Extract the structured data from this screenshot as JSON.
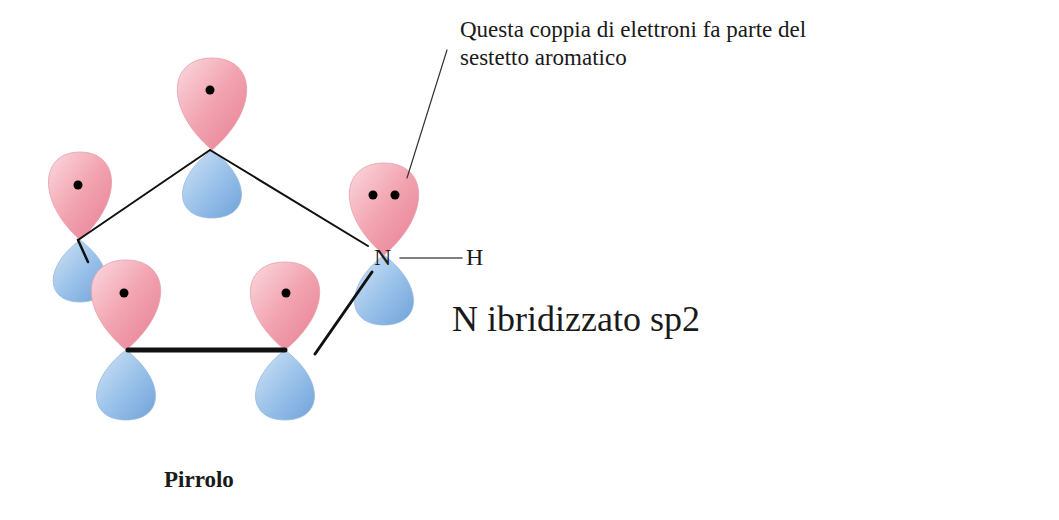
{
  "diagram": {
    "caption": "Pirrolo",
    "labels": [
      "Questa coppia di elettroni fa parte del sestetto aromatico",
      "N",
      "H",
      "N ibridizzato sp2"
    ]
  }
}
